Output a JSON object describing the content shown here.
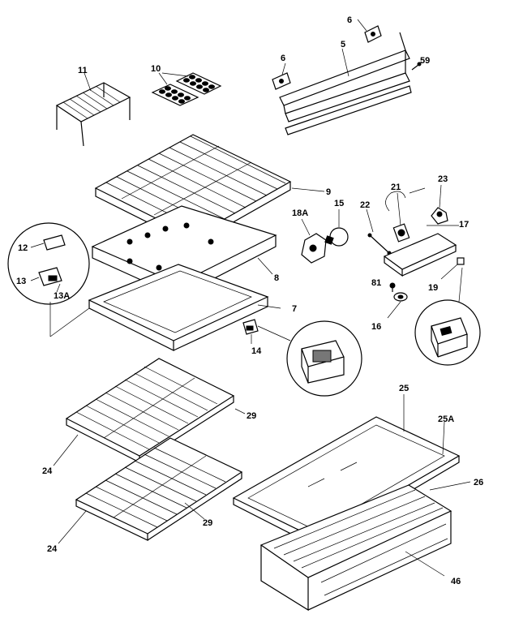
{
  "diagram": {
    "callouts": [
      "11",
      "10",
      "6",
      "5",
      "6",
      "59",
      "9",
      "18A",
      "15",
      "21",
      "23",
      "22",
      "17",
      "12",
      "13",
      "13A",
      "8",
      "7",
      "81",
      "19",
      "16",
      "14",
      "25",
      "25A",
      "29",
      "24",
      "29",
      "24",
      "26",
      "46"
    ]
  }
}
